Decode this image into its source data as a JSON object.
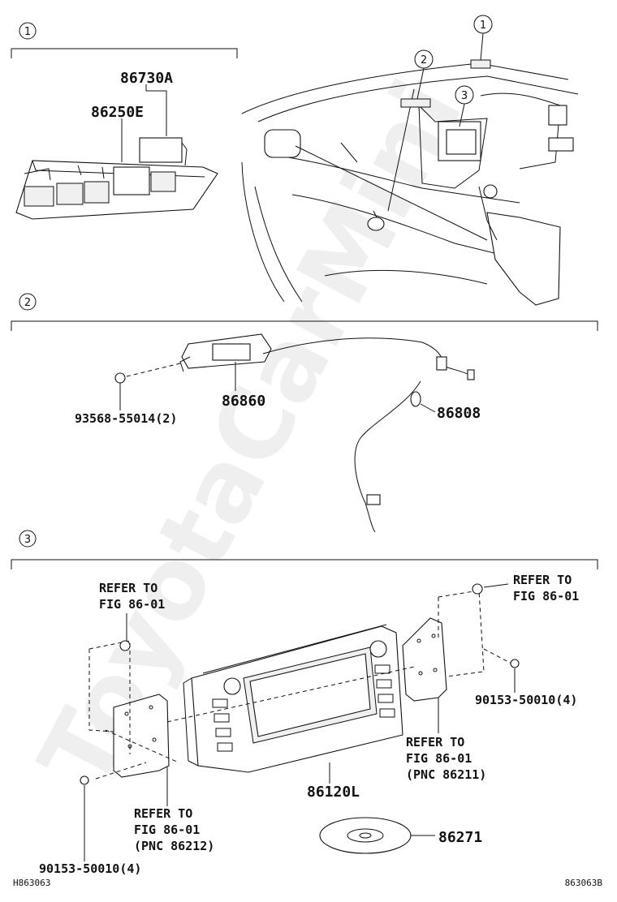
{
  "watermark": "ToyotaCarMini",
  "section1": {
    "marker": "1",
    "labels": {
      "a": "86730A",
      "b": "86250E"
    },
    "callouts": {
      "c1": "1",
      "c2": "2",
      "c3": "3"
    }
  },
  "section2": {
    "marker": "2",
    "labels": {
      "bolt": "93568-55014(2)",
      "module": "86860",
      "cable": "86808"
    }
  },
  "section3": {
    "marker": "3",
    "refer_left_top": [
      "REFER TO",
      "FIG 86-01"
    ],
    "refer_right_top": [
      "REFER TO",
      "FIG 86-01"
    ],
    "refer_right_mid": [
      "REFER TO",
      "FIG 86-01",
      "(PNC 86211)"
    ],
    "refer_left_bottom": [
      "REFER TO",
      "FIG 86-01",
      "(PNC 86212)"
    ],
    "bolt_right": "90153-50010(4)",
    "bolt_left": "90153-50010(4)",
    "unit": "86120L",
    "disc": "86271"
  },
  "footer": {
    "left": "H863063",
    "right": "863063B"
  }
}
